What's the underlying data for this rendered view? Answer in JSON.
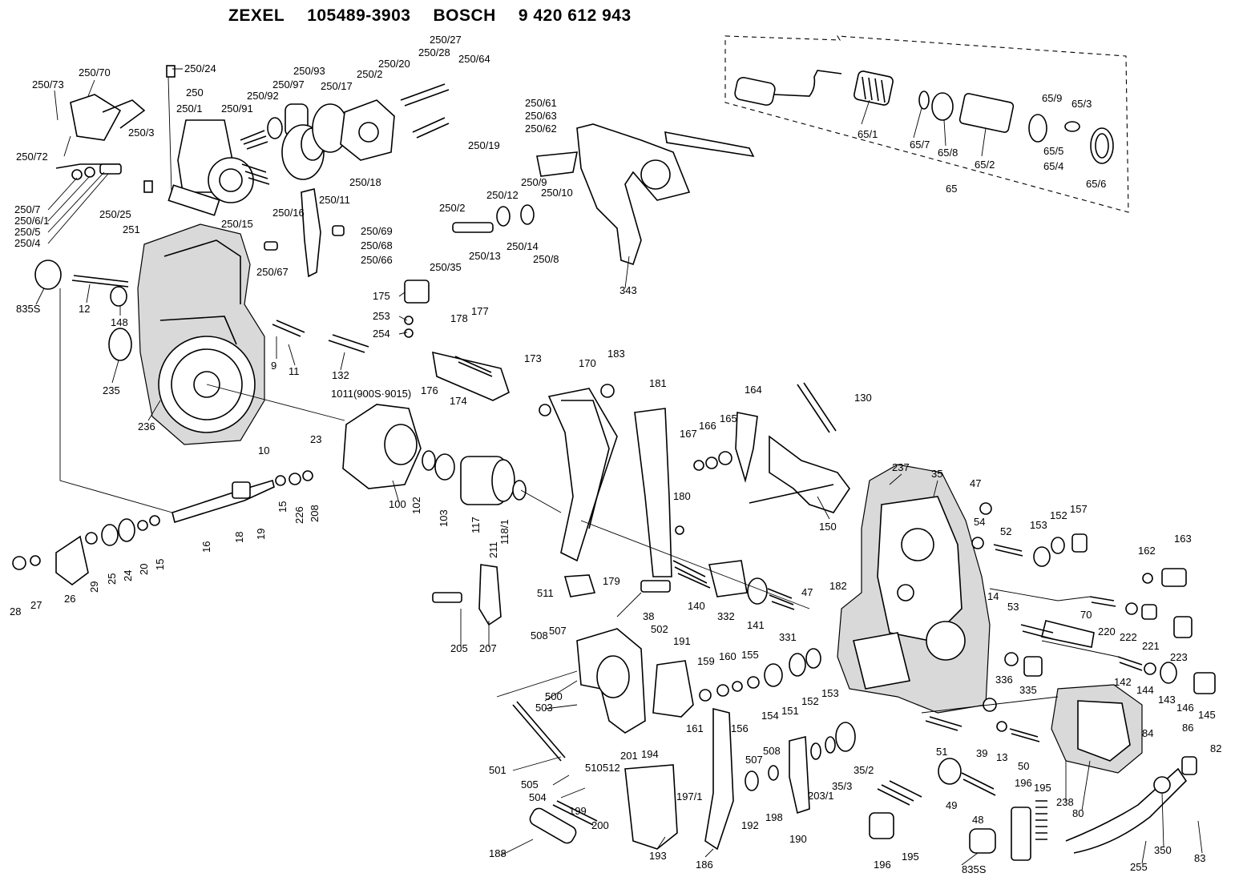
{
  "header": {
    "brand1": "ZEXEL",
    "part_no1": "105489-3903",
    "brand2": "BOSCH",
    "part_no2": "9 420 612 943"
  },
  "labels": {
    "250_24": "250/24",
    "250_70": "250/70",
    "250_73": "250/73",
    "250": "250",
    "250_1": "250/1",
    "250_91": "250/91",
    "250_92": "250/92",
    "250_97": "250/97",
    "250_93": "250/93",
    "250_17": "250/17",
    "250_2a": "250/2",
    "250_20": "250/20",
    "250_28": "250/28",
    "250_27": "250/27",
    "250_64": "250/64",
    "250_61": "250/61",
    "250_63": "250/63",
    "250_62": "250/62",
    "250_19": "250/19",
    "250_3": "250/3",
    "250_72": "250/72",
    "250_7": "250/7",
    "250_6_1": "250/6/1",
    "250_5": "250/5",
    "250_4": "250/4",
    "250_25": "250/25",
    "250_15": "250/15",
    "250_16": "250/16",
    "250_11": "250/11",
    "250_18": "250/18",
    "251": "251",
    "250_69": "250/69",
    "250_68": "250/68",
    "250_66": "250/66",
    "250_67": "250/67",
    "250_9": "250/9",
    "250_12": "250/12",
    "250_10": "250/10",
    "250_2b": "250/2",
    "250_14": "250/14",
    "250_35": "250/35",
    "250_13": "250/13",
    "250_8": "250/8",
    "343": "343",
    "65_1": "65/1",
    "65_7": "65/7",
    "65_8": "65/8",
    "65_2": "65/2",
    "65_9": "65/9",
    "65_3": "65/3",
    "65_5": "65/5",
    "65_4": "65/4",
    "65_6": "65/6",
    "65": "65",
    "835s_a": "835S",
    "12": "12",
    "148": "148",
    "235": "235",
    "236": "236",
    "9": "9",
    "11": "11",
    "132": "132",
    "175": "175",
    "253": "253",
    "254": "254",
    "178": "178",
    "177": "177",
    "176": "176",
    "174": "174",
    "173": "173",
    "170": "170",
    "183": "183",
    "181": "181",
    "164": "164",
    "130": "130",
    "1011": "1011(900S·9015)",
    "10": "10",
    "23": "23",
    "100": "100",
    "102": "102",
    "103": "103",
    "117": "117",
    "118_1": "118/1",
    "15a": "15",
    "226": "226",
    "208": "208",
    "16": "16",
    "18": "18",
    "19": "19",
    "28": "28",
    "27": "27",
    "26": "26",
    "29": "29",
    "25": "25",
    "24": "24",
    "20": "20",
    "15b": "15",
    "167": "167",
    "166": "166",
    "165": "165",
    "150": "150",
    "180": "180",
    "237": "237",
    "35": "35",
    "47a": "47",
    "54": "54",
    "52": "52",
    "153a": "153",
    "152a": "152",
    "157": "157",
    "162": "162",
    "163": "163",
    "211": "211",
    "205": "205",
    "207": "207",
    "179": "179",
    "38": "38",
    "140": "140",
    "332": "332",
    "141": "141",
    "331": "331",
    "47b": "47",
    "182": "182",
    "14": "14",
    "53": "53",
    "70": "70",
    "220": "220",
    "222": "222",
    "221": "221",
    "223": "223",
    "511": "511",
    "507a": "507",
    "508a": "508",
    "502": "502",
    "191": "191",
    "159": "159",
    "160": "160",
    "155": "155",
    "500": "500",
    "503": "503",
    "161": "161",
    "156": "156",
    "154": "154",
    "151": "151",
    "152b": "152",
    "153b": "153",
    "336": "336",
    "335": "335",
    "142": "142",
    "144": "144",
    "143": "143",
    "146": "146",
    "145": "145",
    "84": "84",
    "86": "86",
    "82": "82",
    "501": "501",
    "505": "505",
    "504": "504",
    "510": "510",
    "512": "512",
    "201": "201",
    "194": "194",
    "507b": "507",
    "508b": "508",
    "39": "39",
    "13": "13",
    "50": "50",
    "51": "51",
    "35_2": "35/2",
    "35_3": "35/3",
    "203_1": "203/1",
    "197_1": "197/1",
    "200": "200",
    "199": "199",
    "188": "188",
    "193": "193",
    "186": "186",
    "192": "192",
    "198": "198",
    "190": "190",
    "196a": "196",
    "195a": "195",
    "49": "49",
    "48": "48",
    "835s_b": "835S",
    "196b": "196",
    "195b": "195",
    "238": "238",
    "80": "80",
    "350": "350",
    "255": "255",
    "83": "83"
  }
}
